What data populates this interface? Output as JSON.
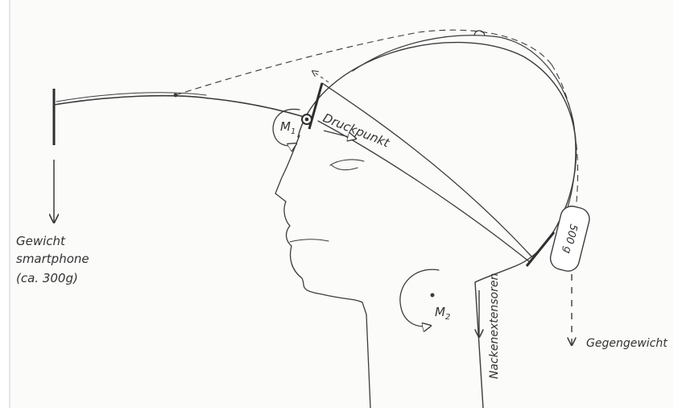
{
  "labels": {
    "m1": "M",
    "m1_sub": "1",
    "m2": "M",
    "m2_sub": "2",
    "pressure_point": "Druckpunkt",
    "weight_line1": "Gewicht",
    "weight_line2": "smartphone",
    "weight_line3": "(ca. 300g)",
    "counterweight_mass": "500 g",
    "counterweight": "Gegengewicht",
    "neck_extensors": "Nackenextensoren"
  },
  "colors": {
    "ink": "#3c3c3c",
    "paper": "#fbfbfa"
  }
}
